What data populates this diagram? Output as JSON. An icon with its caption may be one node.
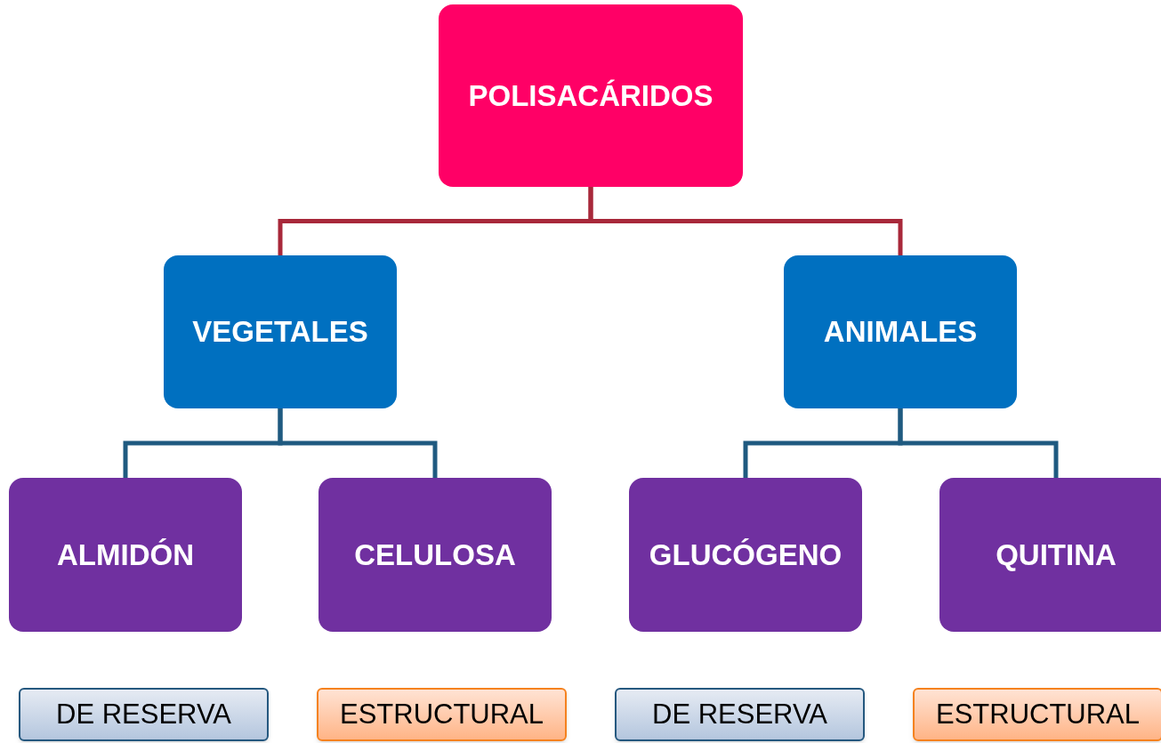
{
  "diagram": {
    "nodes": [
      {
        "text": [
          "POLISACÁRIDOS"
        ]
      },
      {
        "text": [
          "VEGETALES"
        ]
      },
      {
        "text": [
          "ANIMALES"
        ]
      },
      {
        "text": [
          "ALMIDÓN"
        ]
      },
      {
        "text": [
          "CELULOSA"
        ]
      },
      {
        "text": [
          "GLUCÓGENO"
        ]
      },
      {
        "text": [
          "QUITINA"
        ]
      },
      {
        "text": [
          "DE RESERVA"
        ]
      },
      {
        "text": [
          "ESTRUCTURAL"
        ]
      },
      {
        "text": [
          "DE RESERVA"
        ]
      },
      {
        "text": [
          "ESTRUCTURAL"
        ]
      }
    ],
    "edges": [
      {
        "from": 0,
        "to": 1,
        "arrow": "none",
        "color": "#a8283a"
      },
      {
        "from": 0,
        "to": 2,
        "arrow": "none",
        "color": "#a8283a"
      },
      {
        "from": 1,
        "to": 3,
        "arrow": "none"
      },
      {
        "from": 1,
        "to": 4,
        "arrow": "none"
      },
      {
        "from": 2,
        "to": 5,
        "arrow": "none"
      },
      {
        "from": 2,
        "to": 6,
        "arrow": "none"
      }
    ]
  }
}
